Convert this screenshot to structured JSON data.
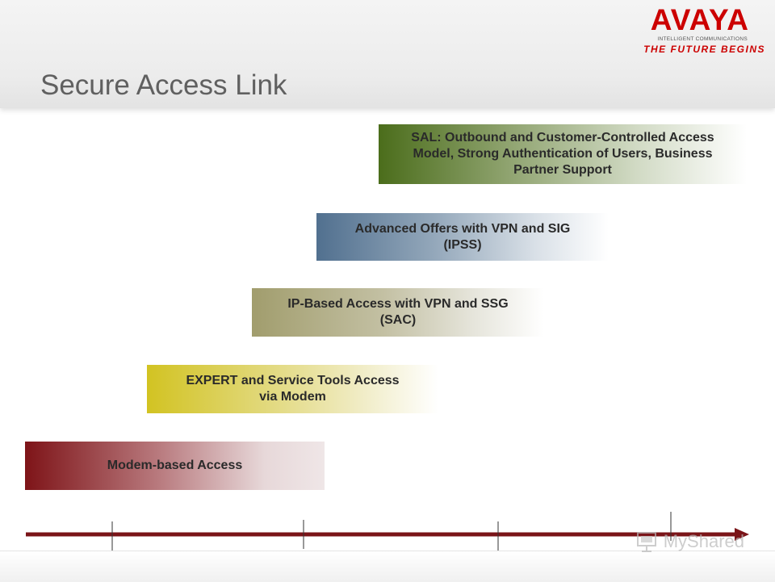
{
  "brand": {
    "name": "AVAYA",
    "subline": "INTELLIGENT COMMUNICATIONS",
    "tagline": "THE FUTURE BEGINS"
  },
  "slide": {
    "title": "Secure Access Link"
  },
  "stages": [
    {
      "lines": [
        "Modem-based Access"
      ],
      "color": "#7e1418"
    },
    {
      "lines": [
        "EXPERT and Service Tools Access",
        "via Modem"
      ],
      "color": "#d2c322"
    },
    {
      "lines": [
        "IP-Based Access with VPN and SSG",
        "(SAC)"
      ],
      "color": "#a19d6d"
    },
    {
      "lines": [
        "Advanced Offers with VPN and SIG",
        "(IPSS)"
      ],
      "color": "#51708f"
    },
    {
      "lines": [
        "SAL: Outbound and Customer-Controlled Access",
        "Model, Strong Authentication of Users, Business",
        "Partner Support"
      ],
      "color": "#4b6d1b"
    }
  ],
  "timeline": {
    "color": "#7a1418"
  },
  "watermark": {
    "text": "MyShared",
    "icon": "presentation-icon"
  }
}
